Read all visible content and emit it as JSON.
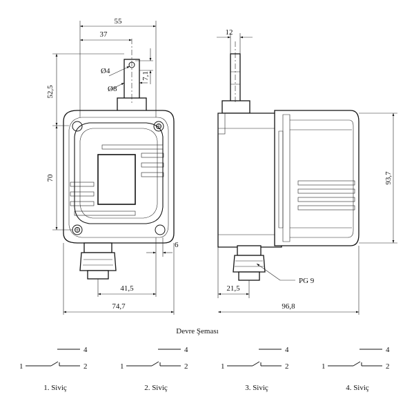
{
  "front_view": {
    "dimensions": {
      "overall_width": "55",
      "shaft_offset": "37",
      "shaft_height": "52,5",
      "hole_dia": "Ø4",
      "shaft_dia": "Ø8",
      "hole_offset": "7,1",
      "mount_height": "70",
      "lid_offset": "6",
      "gland_offset": "41,5",
      "total_width": "74,7"
    }
  },
  "side_view": {
    "dimensions": {
      "shaft_width": "12",
      "total_height": "93,7",
      "gland_offset": "21,5",
      "total_depth": "96,8"
    },
    "callout": "PG 9"
  },
  "circuit_diagram": {
    "title": "Devre Şeması",
    "switches": [
      {
        "label": "1. Siviç",
        "terminal_left": "1",
        "terminal_right": "2",
        "terminal_top": "4"
      },
      {
        "label": "2. Siviç",
        "terminal_left": "1",
        "terminal_right": "2",
        "terminal_top": "4"
      },
      {
        "label": "3. Siviç",
        "terminal_left": "1",
        "terminal_right": "2",
        "terminal_top": "4"
      },
      {
        "label": "4. Siviç",
        "terminal_left": "1",
        "terminal_right": "2",
        "terminal_top": "4"
      }
    ]
  }
}
